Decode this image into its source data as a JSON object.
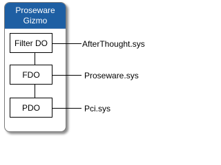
{
  "gizmo": {
    "title_line1": "Proseware",
    "title_line2": "Gizmo",
    "header_color": "#1e5fa3"
  },
  "stack": [
    {
      "label": "Filter DO",
      "driver": "AfterThought.sys"
    },
    {
      "label": "FDO",
      "driver": "Proseware.sys"
    },
    {
      "label": "PDO",
      "driver": "Pci.sys"
    }
  ]
}
